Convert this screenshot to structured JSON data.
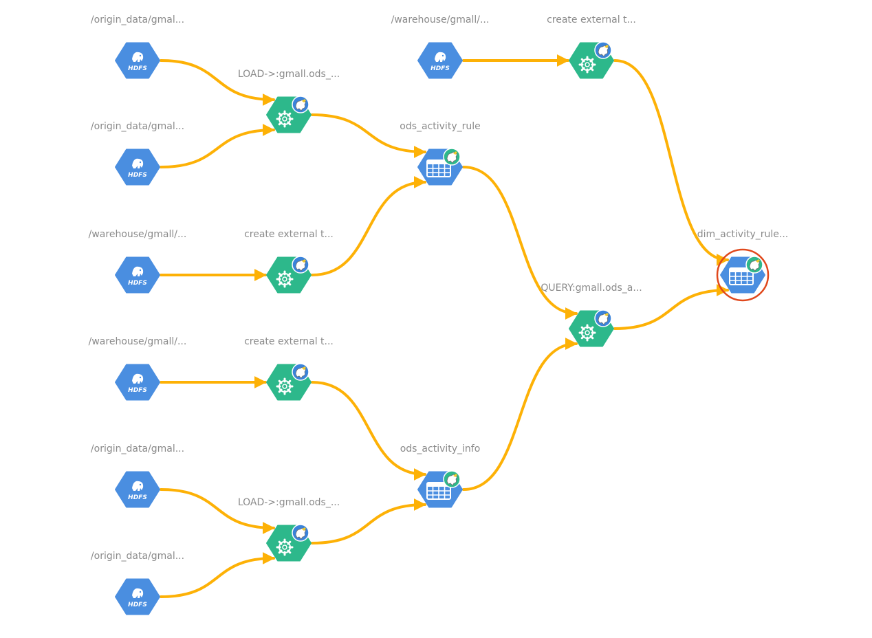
{
  "colors": {
    "edge": "#FDB106",
    "hdfs_node": "#4A8EE0",
    "process_node": "#2DB88B",
    "table_node": "#4A8EE0",
    "badge_blue": "#3A83DA",
    "badge_green": "#2DB88B",
    "label": "#8A8A8A",
    "selected_ring": "#E0481C"
  },
  "hdfs_icon_text": "HDFS",
  "nodes": [
    {
      "id": "n1",
      "type": "hdfs",
      "label": "/origin_data/gmal..."
    },
    {
      "id": "n2",
      "type": "hdfs",
      "label": "/origin_data/gmal..."
    },
    {
      "id": "n3",
      "type": "hdfs",
      "label": "/warehouse/gmall/..."
    },
    {
      "id": "n4",
      "type": "hdfs",
      "label": "/warehouse/gmall/..."
    },
    {
      "id": "n5",
      "type": "hdfs",
      "label": "/origin_data/gmal..."
    },
    {
      "id": "n6",
      "type": "hdfs",
      "label": "/origin_data/gmal..."
    },
    {
      "id": "n7",
      "type": "hdfs",
      "label": "/warehouse/gmall/..."
    },
    {
      "id": "p1",
      "type": "process",
      "label": "LOAD->:gmall.ods_..."
    },
    {
      "id": "p2",
      "type": "process",
      "label": "create external t..."
    },
    {
      "id": "p3",
      "type": "process",
      "label": "create external t..."
    },
    {
      "id": "p4",
      "type": "process",
      "label": "LOAD->:gmall.ods_..."
    },
    {
      "id": "p5",
      "type": "process",
      "label": "create external t..."
    },
    {
      "id": "t1",
      "type": "table",
      "label": "ods_activity_rule"
    },
    {
      "id": "t2",
      "type": "table",
      "label": "ods_activity_info"
    },
    {
      "id": "q1",
      "type": "process",
      "label": "QUERY:gmall.ods_a..."
    },
    {
      "id": "d1",
      "type": "table",
      "label": "dim_activity_rule...",
      "selected": true
    }
  ],
  "edges": [
    [
      "n1",
      "p1"
    ],
    [
      "n2",
      "p1"
    ],
    [
      "p1",
      "t1"
    ],
    [
      "n3",
      "p2"
    ],
    [
      "p2",
      "t1"
    ],
    [
      "n4",
      "p3"
    ],
    [
      "p3",
      "t2"
    ],
    [
      "n5",
      "p4"
    ],
    [
      "n6",
      "p4"
    ],
    [
      "p4",
      "t2"
    ],
    [
      "n7",
      "p5"
    ],
    [
      "p5",
      "d1"
    ],
    [
      "t1",
      "q1"
    ],
    [
      "t2",
      "q1"
    ],
    [
      "q1",
      "d1"
    ]
  ]
}
